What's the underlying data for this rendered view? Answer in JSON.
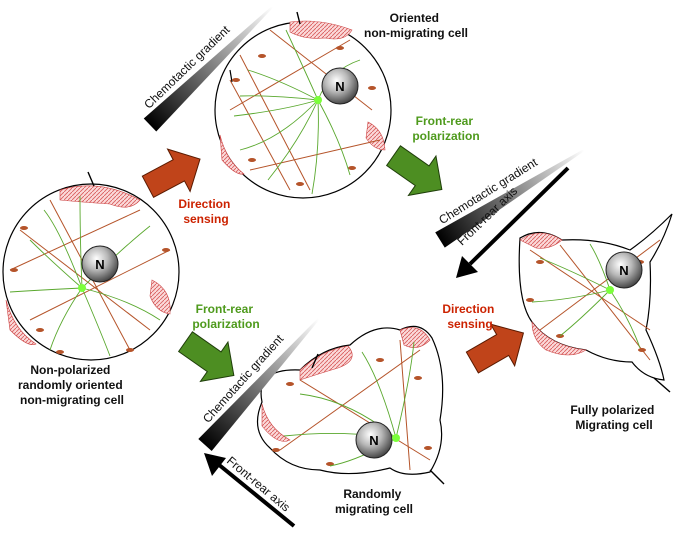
{
  "labels": {
    "top_cell": [
      "Oriented",
      "non-migrating cell"
    ],
    "left_cell": [
      "Non-polarized",
      "randomly oriented",
      "non-migrating cell"
    ],
    "bottom_cell": [
      "Randomly",
      "migrating cell"
    ],
    "right_cell": [
      "Fully polarized",
      "Migrating cell"
    ],
    "direction_sensing_top": [
      "Direction",
      "sensing"
    ],
    "direction_sensing_right": [
      "Direction",
      "sensing"
    ],
    "front_rear_top": [
      "Front-rear",
      "polarization"
    ],
    "front_rear_left": [
      "Front-rear",
      "polarization"
    ]
  },
  "gradient_label": "Chemotactic gradient",
  "axis_label": "Front-rear axis",
  "nucleus_label": "N",
  "colors": {
    "red_arrow": "#c0441a",
    "green_arrow": "#4d8e22",
    "membrane_patch": "#f2a0a0",
    "microtubule": "#5aa82e",
    "actin": "#b5542a"
  }
}
